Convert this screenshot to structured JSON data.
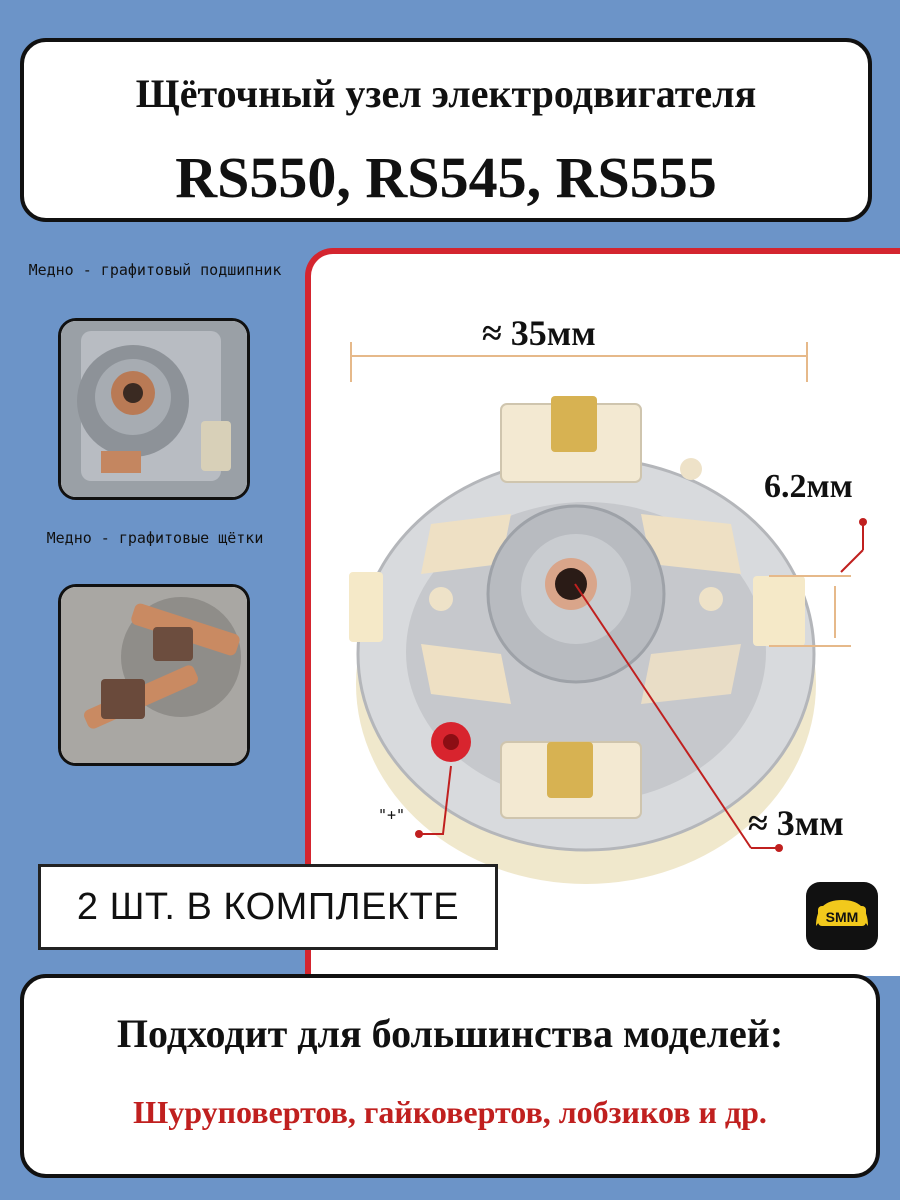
{
  "header": {
    "title": "Щёточный узел электродвигателя",
    "models": "RS550, RS545, RS555"
  },
  "side": {
    "bearing_caption": "Медно - графитовый подшипник",
    "brushes_caption": "Медно - графитовые щётки"
  },
  "dimensions": {
    "diameter": "≈ 35мм",
    "terminal_width": "6.2мм",
    "shaft_hole": "≈ 3мм",
    "polarity": "\"+\""
  },
  "kit": {
    "label": "2 ШТ. В КОМПЛЕКТЕ"
  },
  "logo": {
    "text": "SMM"
  },
  "footer": {
    "fits": "Подходит для большинства моделей:",
    "tools": "Шуруповертов, гайковертов, лобзиков и др."
  },
  "colors": {
    "background": "#6c94c8",
    "accent_red": "#d4252f",
    "text_red": "#c0201f"
  }
}
